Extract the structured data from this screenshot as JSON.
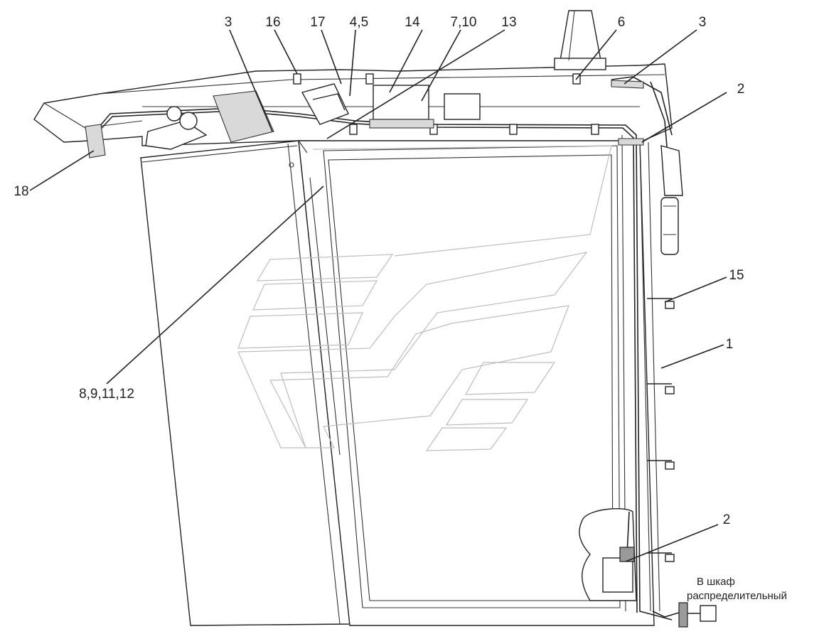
{
  "callouts": {
    "c3_left": "3",
    "c16": "16",
    "c17": "17",
    "c4_5": "4,5",
    "c14": "14",
    "c7_10": "7,10",
    "c13": "13",
    "c6": "6",
    "c3_right": "3",
    "c2_top": "2",
    "c18": "18",
    "c15": "15",
    "c1": "1",
    "c8_9_11_12": "8,9,11,12",
    "c2_bottom": "2"
  },
  "note": {
    "line1": "В шкаф",
    "line2": "распределительный"
  },
  "icons": [
    "beacon-lamp-icon",
    "plug-connector-icon",
    "fuse-box-icon"
  ],
  "colors": {
    "line": "#222222",
    "fill": "#d9d9d9",
    "background": "#ffffff"
  }
}
